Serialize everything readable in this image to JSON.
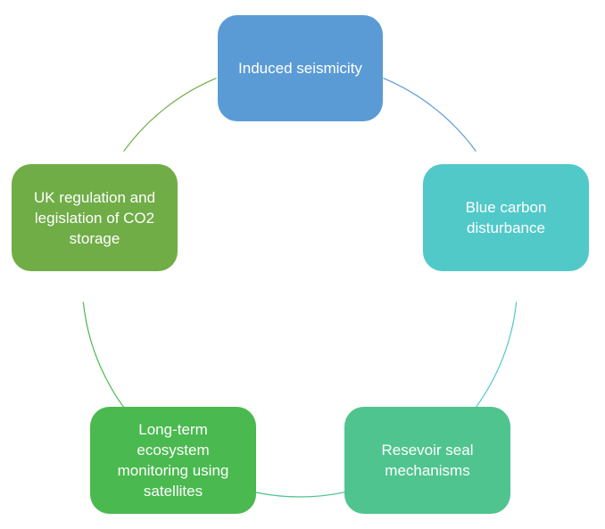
{
  "diagram": {
    "type": "cycle",
    "nodes": [
      {
        "label": "Induced seismicity",
        "color": "#5b9bd5"
      },
      {
        "label": "Blue carbon\ndisturbance",
        "color": "#52c9c9"
      },
      {
        "label": "Resevoir seal\nmechanisms",
        "color": "#4fc48f"
      },
      {
        "label": "Long-term\necosystem\nmonitoring using\nsatellites",
        "color": "#4ab94f"
      },
      {
        "label": "UK regulation and\nlegislation of CO2\nstorage",
        "color": "#70ad47"
      }
    ],
    "connectors": [
      {
        "from": 0,
        "to": 1,
        "color": "#5b9bd5"
      },
      {
        "from": 1,
        "to": 2,
        "color": "#52c9c9"
      },
      {
        "from": 2,
        "to": 3,
        "color": "#4fc48f"
      },
      {
        "from": 3,
        "to": 4,
        "color": "#4ab94f"
      },
      {
        "from": 4,
        "to": 0,
        "color": "#70ad47"
      }
    ]
  }
}
